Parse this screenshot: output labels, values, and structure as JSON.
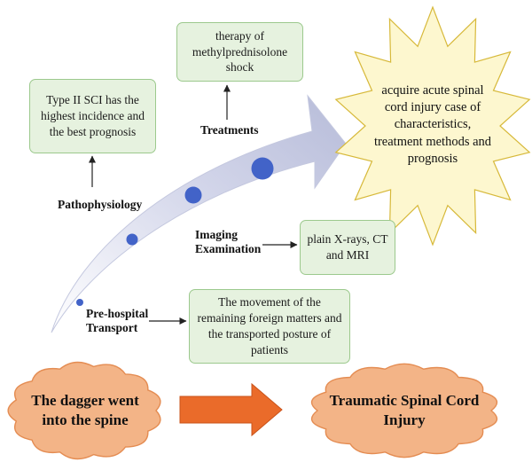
{
  "boxes": {
    "therapy": "therapy of methylprednisolone shock",
    "type2": "Type II SCI has the highest incidence and the best prognosis",
    "imaging": "plain X-rays, CT and MRI",
    "transport": "The movement of the remaining foreign matters and the transported posture of patients"
  },
  "labels": {
    "treatments": "Treatments",
    "pathophysiology": "Pathophysiology",
    "imaging_line1": "Imaging",
    "imaging_line2": "Examination",
    "prehospital_line1": "Pre-hospital",
    "prehospital_line2": "Transport"
  },
  "goal": "acquire acute spinal cord injury case of characteristics, treatment methods and prognosis",
  "clouds": {
    "left": "The dagger went into the spine",
    "right": "Traumatic Spinal Cord Injury"
  },
  "colors": {
    "box_fill": "#e6f2df",
    "box_border": "#9cc98d",
    "cloud_fill": "#f3b487",
    "star_fill": "#fdf7cf",
    "arrow_orange": "#ea6b2a",
    "curved_arrow": "#c9cde3",
    "dot_blue": "#4263c8"
  }
}
